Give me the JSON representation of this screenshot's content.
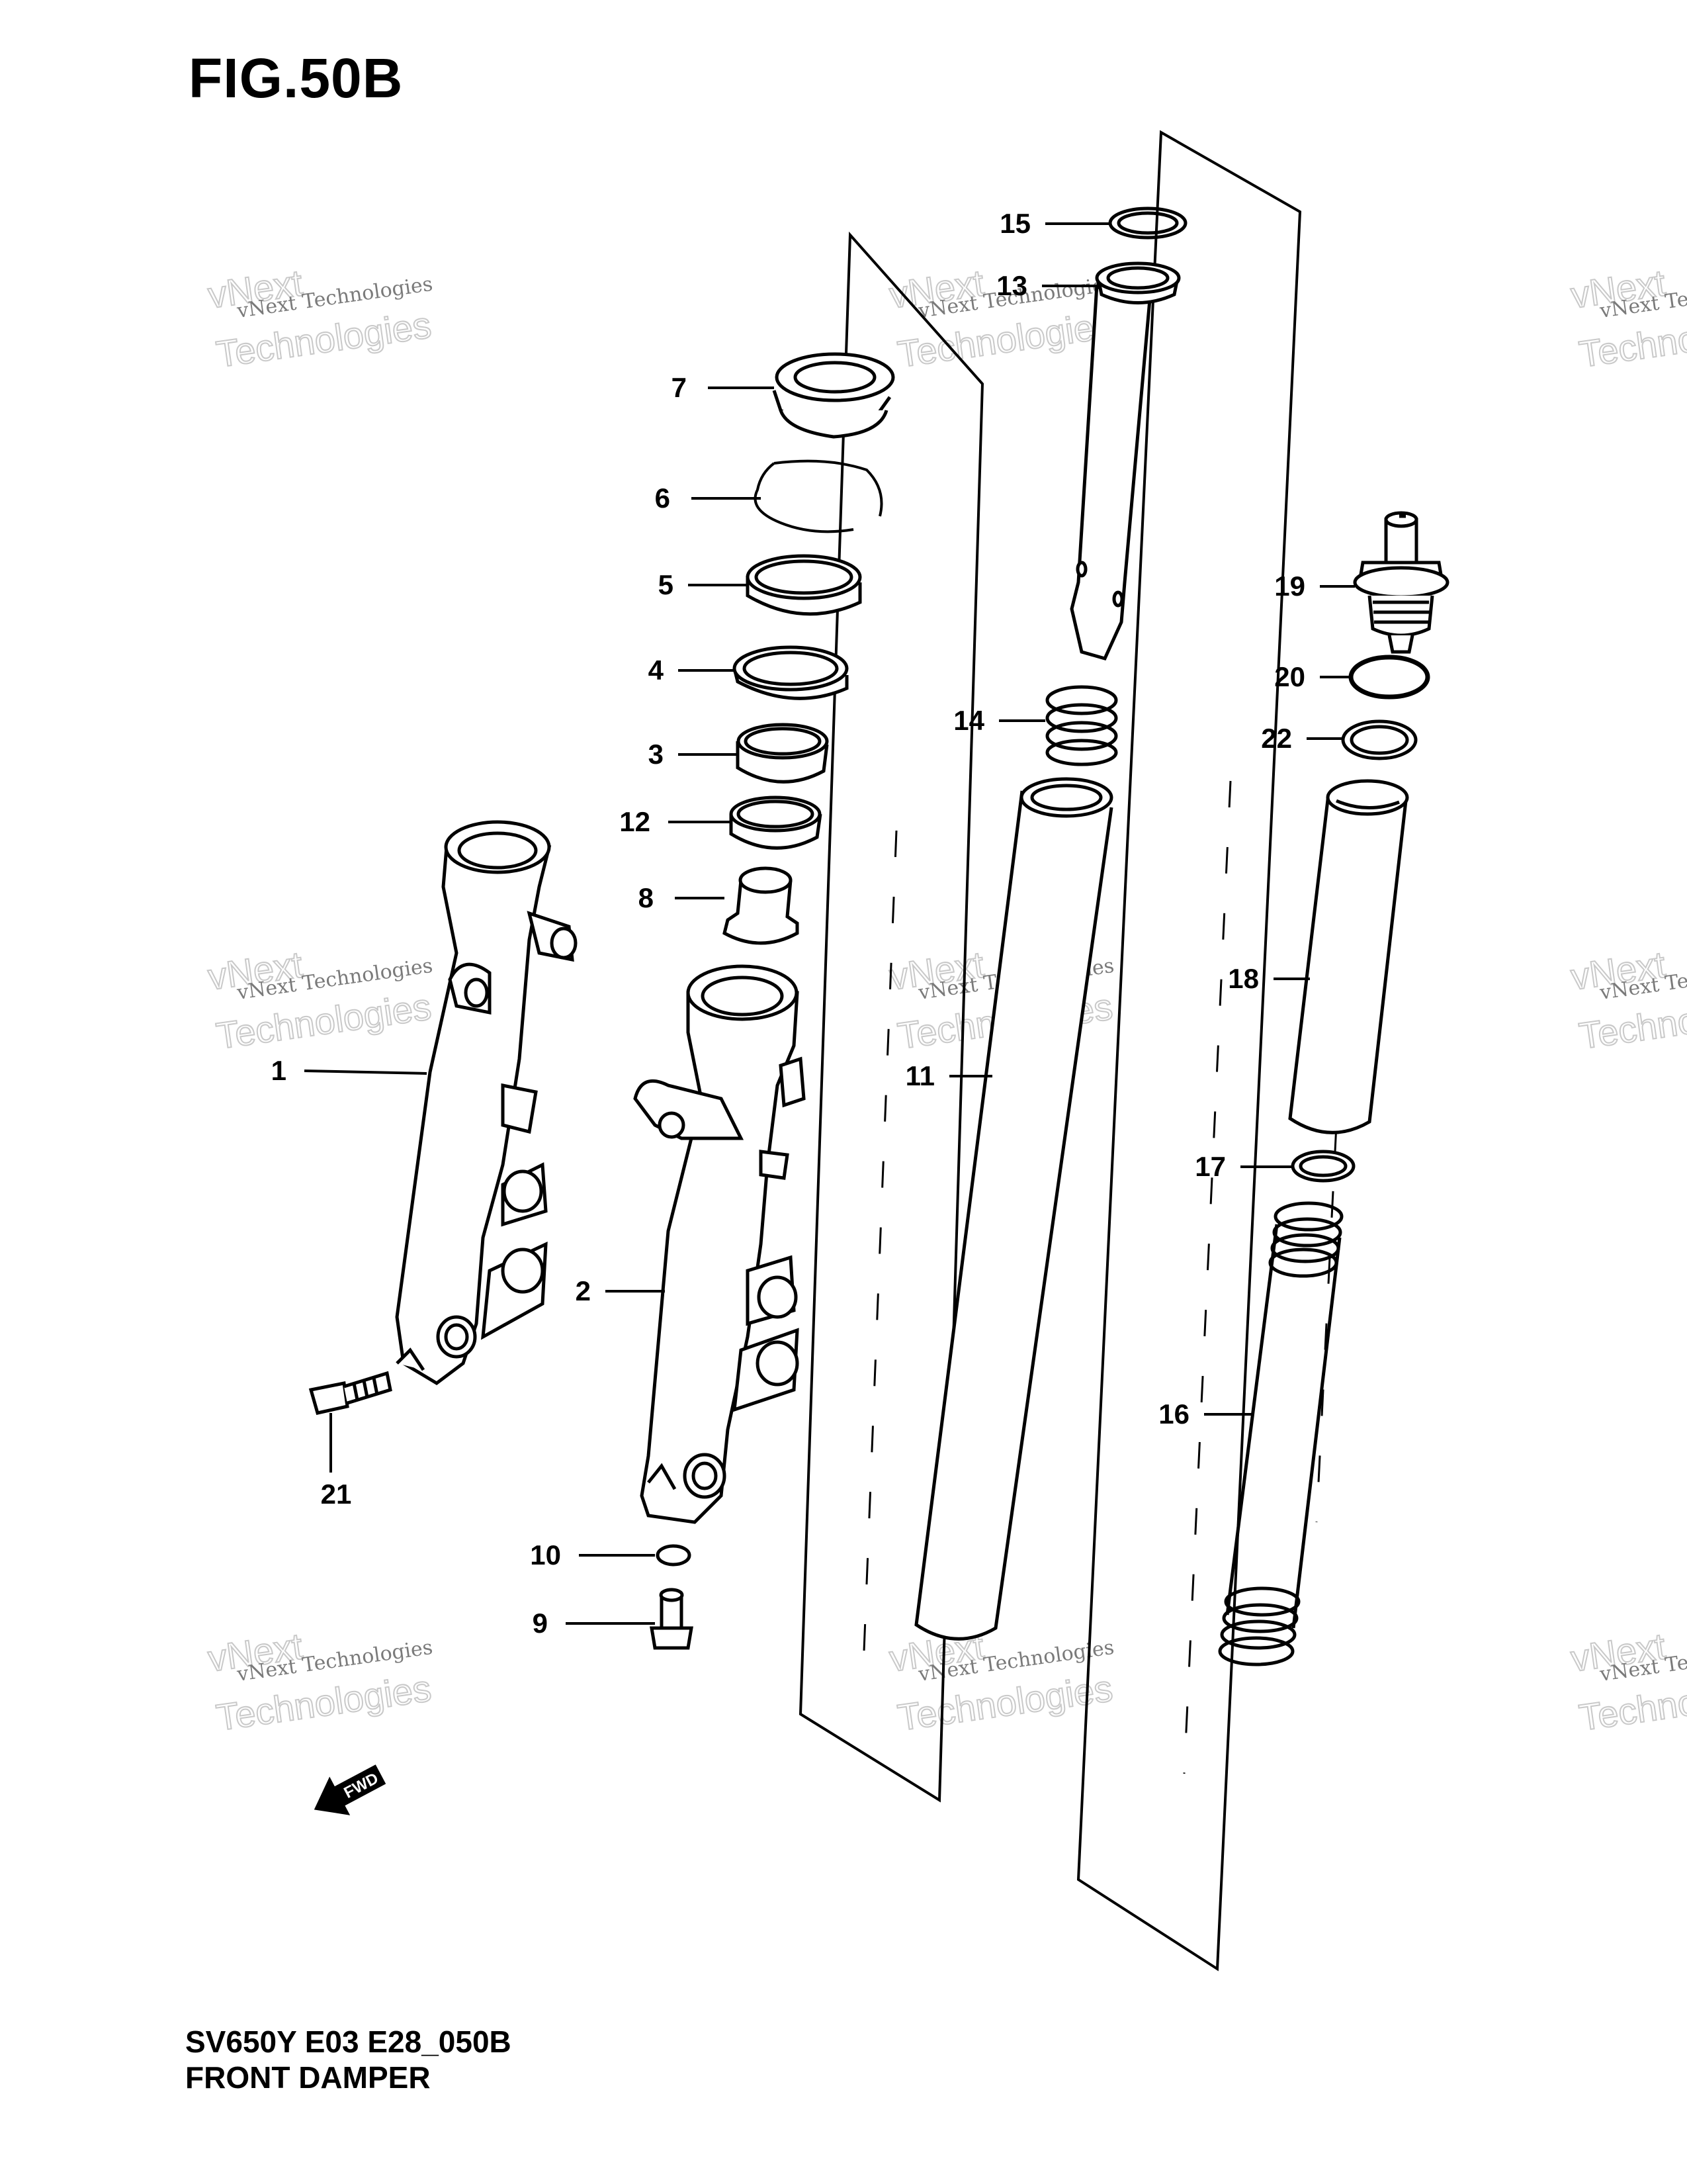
{
  "figure": {
    "title": "FIG.50B",
    "code": "SV650Y E03 E28_050B",
    "name": "FRONT DAMPER"
  },
  "callouts": [
    {
      "num": "1"
    },
    {
      "num": "2"
    },
    {
      "num": "3"
    },
    {
      "num": "4"
    },
    {
      "num": "5"
    },
    {
      "num": "6"
    },
    {
      "num": "7"
    },
    {
      "num": "8"
    },
    {
      "num": "9"
    },
    {
      "num": "10"
    },
    {
      "num": "11"
    },
    {
      "num": "12"
    },
    {
      "num": "13"
    },
    {
      "num": "14"
    },
    {
      "num": "15"
    },
    {
      "num": "16"
    },
    {
      "num": "17"
    },
    {
      "num": "18"
    },
    {
      "num": "19"
    },
    {
      "num": "20"
    },
    {
      "num": "21"
    },
    {
      "num": "22"
    }
  ],
  "watermark": {
    "line1": "vNext Technologies",
    "line2": "vNext",
    "line3": "Technologies"
  },
  "direction_arrow": {
    "label": "FWD"
  }
}
